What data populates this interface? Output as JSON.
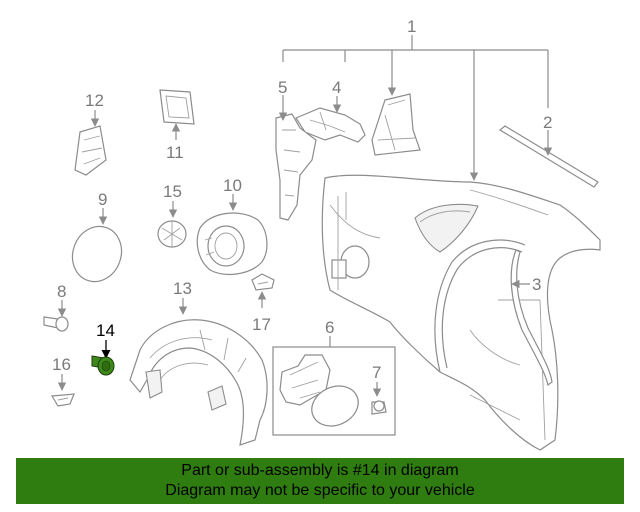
{
  "diagram": {
    "callouts": {
      "p1": "1",
      "p2": "2",
      "p3": "3",
      "p4": "4",
      "p5": "5",
      "p6": "6",
      "p7": "7",
      "p8": "8",
      "p9": "9",
      "p10": "10",
      "p11": "11",
      "p12": "12",
      "p13": "13",
      "p14": "14",
      "p15": "15",
      "p16": "16",
      "p17": "17"
    },
    "highlight_part": "14",
    "colors": {
      "line": "#8c8c8c",
      "highlight_part": "#3d8a1a",
      "banner": "#2f7d10"
    }
  },
  "banner": {
    "line1": "Part or sub-assembly is #14 in diagram",
    "line2": "Diagram may not be specific to your vehicle"
  }
}
